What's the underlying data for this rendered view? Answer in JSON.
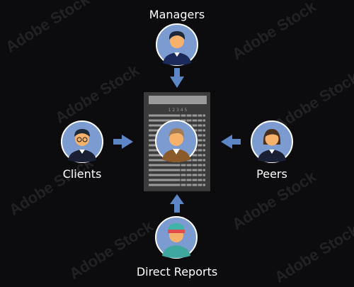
{
  "diagram": {
    "center": {
      "role": "employee-under-review"
    },
    "nodes": [
      {
        "id": "managers",
        "label": "Managers"
      },
      {
        "id": "clients",
        "label": "Clients"
      },
      {
        "id": "peers",
        "label": "Peers"
      },
      {
        "id": "direct_reports",
        "label": "Direct Reports"
      }
    ],
    "form_column_numbers": "1 2 3 4 5"
  },
  "watermark": {
    "text": "Adobe Stock",
    "id": "#398040287"
  },
  "colors": {
    "background": "#0c0c0e",
    "arrow": "#5d86c7",
    "avatar_bg": "#7b9bd1",
    "form_bg": "#3b3b3b",
    "form_lines": "#9a9a9a"
  }
}
